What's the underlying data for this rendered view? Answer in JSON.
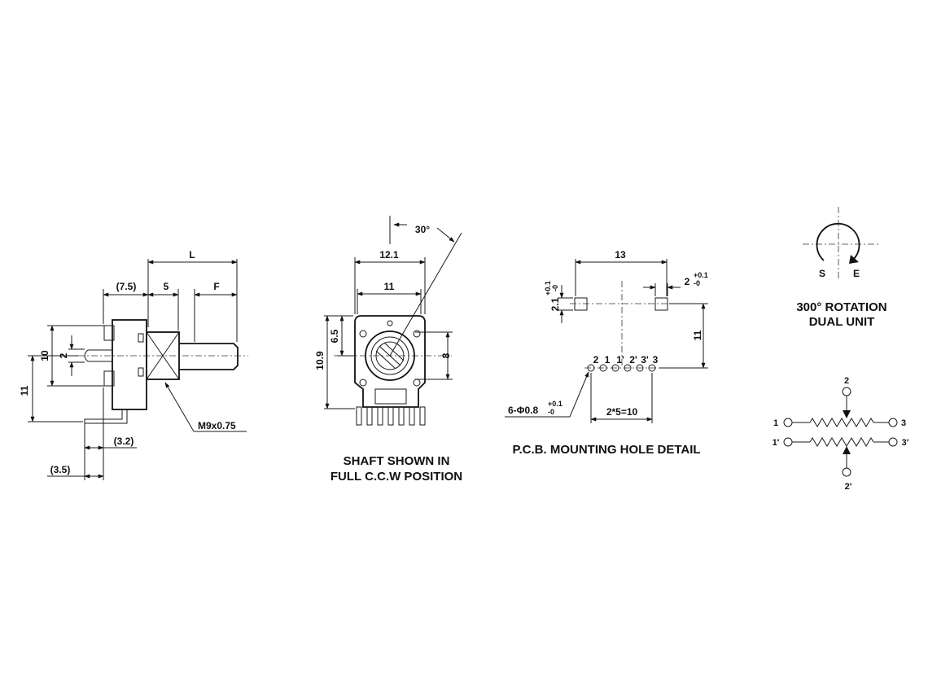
{
  "side_view": {
    "dim_L": "L",
    "dim_7_5": "(7.5)",
    "dim_5": "5",
    "dim_F": "F",
    "dim_10": "10",
    "dim_2": "2",
    "dim_11": "11",
    "dim_3_2": "(3.2)",
    "dim_3_5": "(3.5)",
    "thread": "M9x0.75"
  },
  "front_view": {
    "angle": "30°",
    "dim_12_1": "12.1",
    "dim_11": "11",
    "dim_6_5": "6.5",
    "dim_10_9": "10.9",
    "dim_8": "8",
    "caption_line1": "SHAFT SHOWN IN",
    "caption_line2": "FULL C.C.W POSITION"
  },
  "pcb_detail": {
    "dim_13": "13",
    "dim_2": "2",
    "tol_plus": "+0.1",
    "tol_minus": "-0",
    "dim_2_1": "2.1",
    "dim_11": "11",
    "pin_labels": [
      "2",
      "1",
      "1'",
      "2'",
      "3'",
      "3"
    ],
    "hole_spec": "6-Φ0.8",
    "pitch": "2*5=10",
    "caption": "P.C.B. MOUNTING HOLE DETAIL"
  },
  "rotation": {
    "start": "S",
    "end": "E",
    "caption_line1": "300° ROTATION",
    "caption_line2": "DUAL UNIT"
  },
  "schematic": {
    "top_wiper": "2",
    "left_a": "1",
    "right_a": "3",
    "left_b": "1'",
    "right_b": "3'",
    "bottom_wiper": "2'"
  }
}
